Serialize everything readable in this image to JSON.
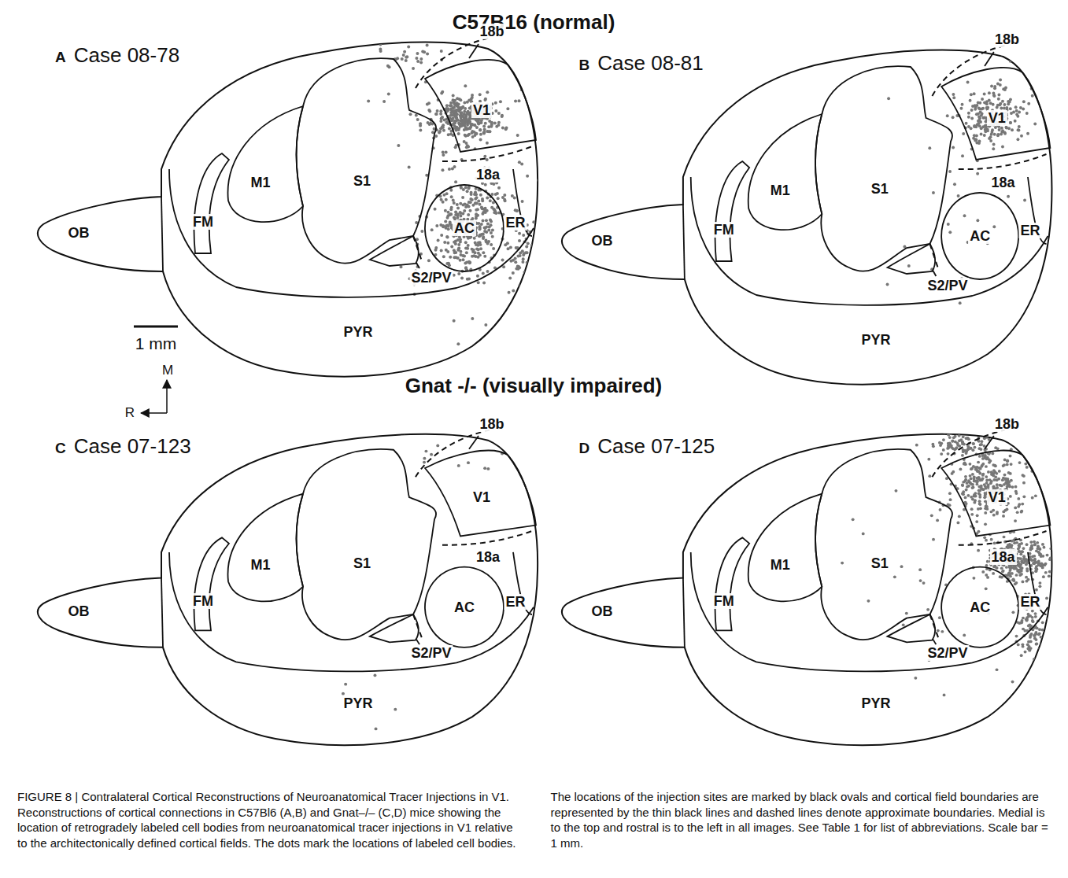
{
  "diagram": {
    "title": "C57B16 (normal)",
    "caption": "FIGURE 8 | Contralateral Cortical Reconstructions of Neuroanatomical Tracer Injections in V1. Reconstructions of cortical connections in C57Bl6 (A,B) and Gnat–/– (C,D) mice showing the location of retrogradely labeled cell bodies from neuroanatomical tracer injections in V1 relative to the architectonically defined cortical fields. The dots mark the locations of labeled cell bodies. The locations of the injection sites are marked by black ovals and cortical field boundaries are represented by the thin black lines and dashed lines denote approximate boundaries. Medial is to the top and rostral is to the left in all images. See Table 1 for list of abbreviations. Scale bar = 1 mm.",
    "nodes": [
      {
        "text": [
          "A",
          "Case 08-78"
        ]
      },
      {
        "text": [
          "18b"
        ],
        "in": 0
      },
      {
        "text": [
          "V1"
        ],
        "in": 0
      },
      {
        "text": [
          "OB"
        ],
        "in": 0
      },
      {
        "text": [
          "FM"
        ],
        "in": 0
      },
      {
        "text": [
          "M1"
        ],
        "in": 0
      },
      {
        "text": [
          "S1"
        ],
        "in": 0
      },
      {
        "text": [
          "18a"
        ],
        "in": 0
      },
      {
        "text": [
          "AC"
        ],
        "in": 0
      },
      {
        "text": [
          "ER"
        ],
        "in": 0
      },
      {
        "text": [
          "S2/PV"
        ],
        "in": 0
      },
      {
        "text": [
          "PYR"
        ],
        "in": 0
      },
      {
        "text": [
          "B",
          "Case 08-81"
        ]
      },
      {
        "text": [
          "18b"
        ],
        "in": 12
      },
      {
        "text": [
          "V1"
        ],
        "in": 12
      },
      {
        "text": [
          "OB"
        ],
        "in": 12
      },
      {
        "text": [
          "FM"
        ],
        "in": 12
      },
      {
        "text": [
          "M1"
        ],
        "in": 12
      },
      {
        "text": [
          "S1"
        ],
        "in": 12
      },
      {
        "text": [
          "18a"
        ],
        "in": 12
      },
      {
        "text": [
          "AC"
        ],
        "in": 12
      },
      {
        "text": [
          "ER"
        ],
        "in": 12
      },
      {
        "text": [
          "S2/PV"
        ],
        "in": 12
      },
      {
        "text": [
          "PYR"
        ],
        "in": 12
      },
      {
        "text": [
          "C",
          "Case 07-123"
        ]
      },
      {
        "text": [
          "18b"
        ],
        "in": 24
      },
      {
        "text": [
          "V1"
        ],
        "in": 24
      },
      {
        "text": [
          "OB"
        ],
        "in": 24
      },
      {
        "text": [
          "FM"
        ],
        "in": 24
      },
      {
        "text": [
          "M1"
        ],
        "in": 24
      },
      {
        "text": [
          "S1"
        ],
        "in": 24
      },
      {
        "text": [
          "18a"
        ],
        "in": 24
      },
      {
        "text": [
          "AC"
        ],
        "in": 24
      },
      {
        "text": [
          "ER"
        ],
        "in": 24
      },
      {
        "text": [
          "S2/PV"
        ],
        "in": 24
      },
      {
        "text": [
          "PYR"
        ],
        "in": 24
      },
      {
        "text": [
          "D",
          "Case 07-125"
        ]
      },
      {
        "text": [
          "18b"
        ],
        "in": 36
      },
      {
        "text": [
          "V1"
        ],
        "in": 36
      },
      {
        "text": [
          "OB"
        ],
        "in": 36
      },
      {
        "text": [
          "FM"
        ],
        "in": 36
      },
      {
        "text": [
          "M1"
        ],
        "in": 36
      },
      {
        "text": [
          "S1"
        ],
        "in": 36
      },
      {
        "text": [
          "18a"
        ],
        "in": 36
      },
      {
        "text": [
          "AC"
        ],
        "in": 36
      },
      {
        "text": [
          "ER"
        ],
        "in": 36
      },
      {
        "text": [
          "S2/PV"
        ],
        "in": 36
      },
      {
        "text": [
          "PYR"
        ],
        "in": 36
      }
    ],
    "labels": [
      "Gnat -/- (visually impaired)",
      "1 mm",
      "M",
      "R"
    ]
  }
}
